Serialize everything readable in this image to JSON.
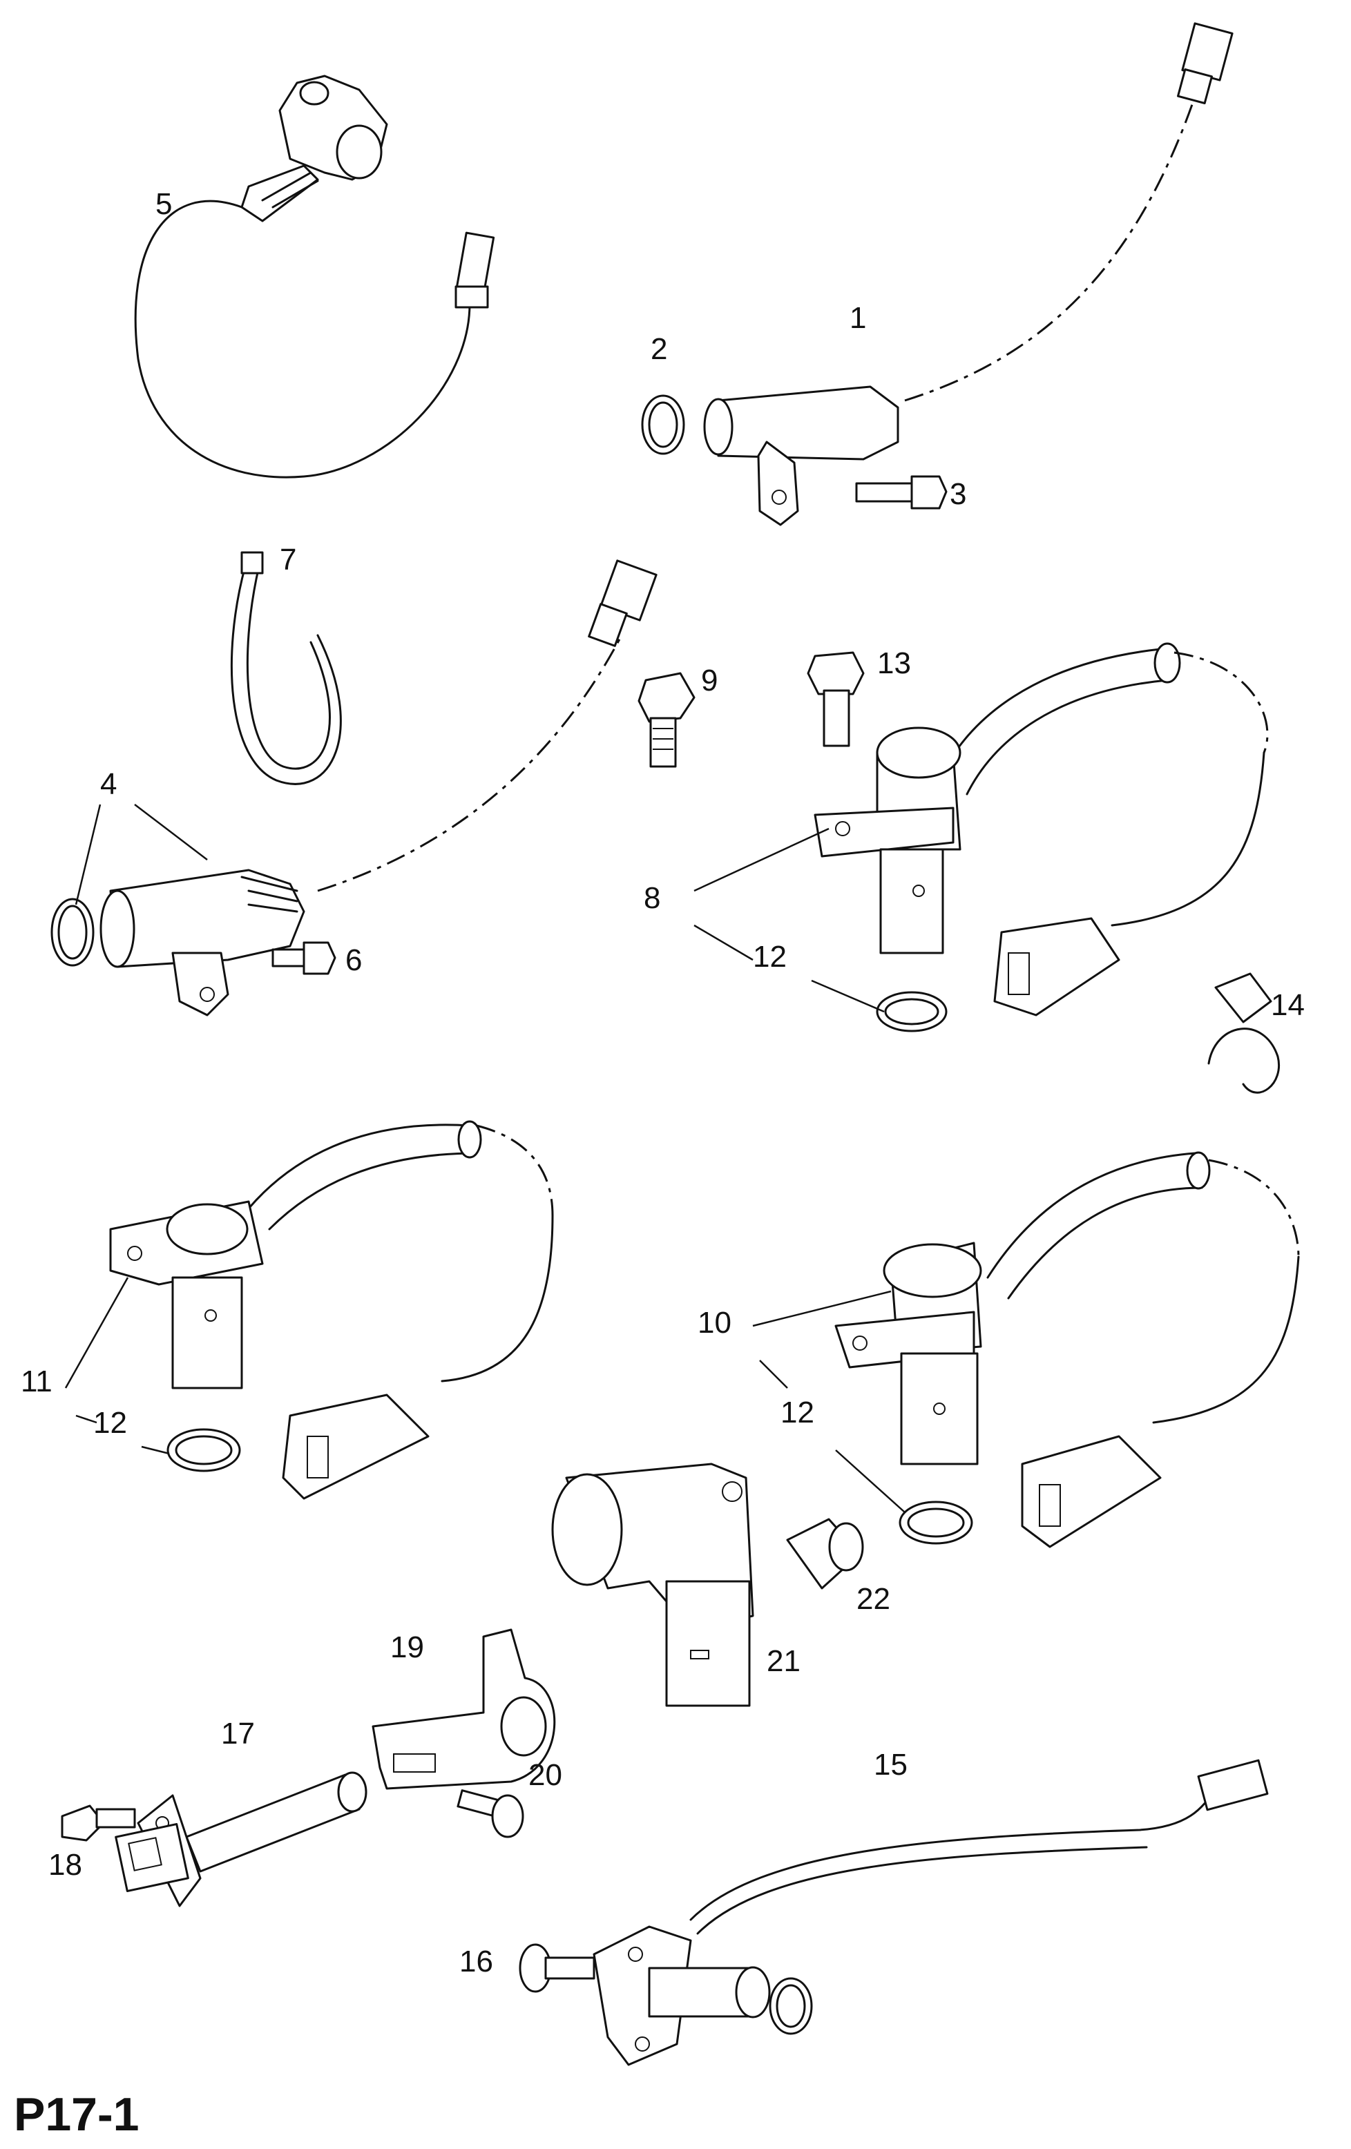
{
  "page_label": "P17-1",
  "callouts": {
    "c1": "1",
    "c2": "2",
    "c3": "3",
    "c4": "4",
    "c5": "5",
    "c6": "6",
    "c7": "7",
    "c8": "8",
    "c9": "9",
    "c10": "10",
    "c11": "11",
    "c12a": "12",
    "c12b": "12",
    "c12c": "12",
    "c13": "13",
    "c14": "14",
    "c15": "15",
    "c16": "16",
    "c17": "17",
    "c18": "18",
    "c19": "19",
    "c20": "20",
    "c21": "21",
    "c22": "22"
  }
}
